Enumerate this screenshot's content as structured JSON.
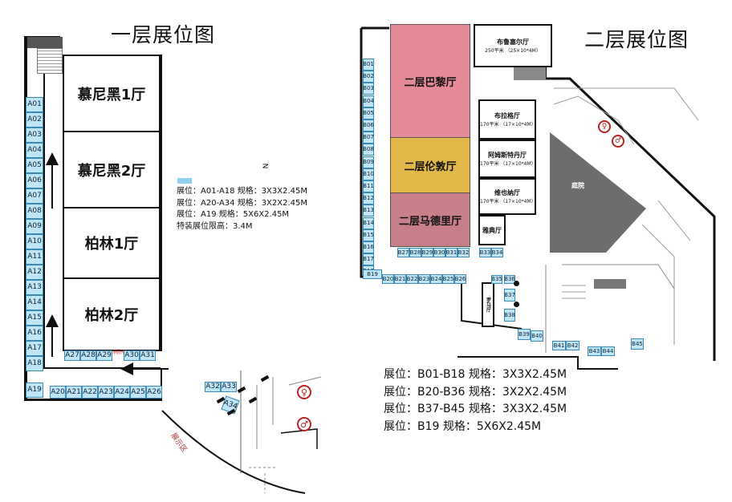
{
  "left": {
    "title": "一层展位图",
    "halls": [
      "慕尼黑1厅",
      "慕尼黑2厅",
      "柏林1厅",
      "柏林2厅"
    ],
    "booths_col": [
      "A01",
      "A02",
      "A03",
      "A04",
      "A05",
      "A06",
      "A07",
      "A08",
      "A09",
      "A10",
      "A11",
      "A12",
      "A13",
      "A14",
      "A15",
      "A16",
      "A17",
      "A18"
    ],
    "booth_a19": "A19",
    "booths_bottom": [
      "A20",
      "A21",
      "A22",
      "A23",
      "A24",
      "A25",
      "A26"
    ],
    "booths_row": [
      "A27",
      "A28",
      "A29"
    ],
    "booths_row2": [
      "A30",
      "A31"
    ],
    "booth_a32": "A32",
    "booth_a33": "A33",
    "booth_a34": "A34",
    "exhibit_area": "展示区",
    "north": "N",
    "legend": [
      "展位：A01-A18  规格：3X3X2.45M",
      "展位：A20-A34  规格：3X2X2.45M",
      "展位：A19        规格：5X6X2.45M",
      "特装展位限高：3.4M"
    ]
  },
  "right": {
    "title": "二层展位图",
    "rooms": {
      "paris": "二层巴黎厅",
      "london": "二层伦敦厅",
      "madrid": "二层马德里厅",
      "brussels": "布鲁塞尔厅",
      "brussels_size": "250平米 （25×10*4M）",
      "prague": "布拉格厅",
      "prague_size": "170平米 （17×10*4M）",
      "amsterdam": "阿姆斯特丹厅",
      "amsterdam_size": "170平米 （17×10*4M）",
      "vienna": "维也纳厅",
      "vienna_size": "170平米 （17×10*4M）",
      "athens": "雅典厅",
      "courtyard": "庭院",
      "rome": "罗马厅"
    },
    "booths_col": [
      "B01",
      "B02",
      "B03",
      "B04",
      "B05",
      "B06",
      "B07",
      "B08",
      "B09",
      "B10",
      "B11",
      "B12",
      "B13",
      "B14",
      "B15",
      "B16",
      "B17",
      "B18"
    ],
    "booth_b19": "B19",
    "booths_row_bottom": [
      "B20",
      "B21",
      "B22",
      "B23",
      "B24",
      "B25",
      "B26"
    ],
    "booths_row_mid": [
      "B27",
      "B28",
      "B29",
      "B30",
      "B31",
      "B32"
    ],
    "booths_b33_34": [
      "B33",
      "B34"
    ],
    "booths_b35_38": [
      "B35",
      "B36",
      "B37",
      "B38"
    ],
    "booths_b39_40": [
      "B39",
      "B40"
    ],
    "booths_b41_42": [
      "B41",
      "B42"
    ],
    "booths_b43_44": [
      "B43",
      "B44"
    ],
    "booth_b45": "B45",
    "legend": [
      "展位：B01-B18  规格：3X3X2.45M",
      "展位：B20-B36  规格：3X2X2.45M",
      "展位：B37-B45  规格：3X3X2.45M",
      "展位：B19         规格：5X6X2.45M"
    ]
  },
  "colors": {
    "booth": "#bfe6f7",
    "paris": "#e58a96",
    "london": "#e3b84b",
    "madrid": "#c7808a",
    "courtyard": "#6d6d6d"
  }
}
